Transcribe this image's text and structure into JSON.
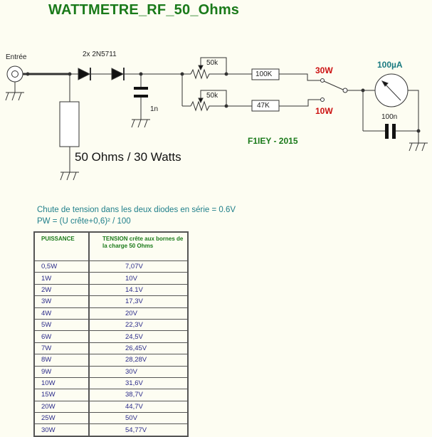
{
  "title": "WATTMETRE_RF_50_Ohms",
  "schematic": {
    "input_label": "Entrée",
    "diodes_label": "2x 2N5711",
    "capacitor_1_label": "1n",
    "pot_1_label": "50k",
    "pot_2_label": "50k",
    "resistor_1_label": "100K",
    "resistor_2_label": "47K",
    "range_high_label": "30W",
    "range_low_label": "10W",
    "meter_label": "100µA",
    "capacitor_2_label": "100n",
    "load_label": "50 Ohms / 30 Watts",
    "author": "F1IEY  -  2015"
  },
  "notes": {
    "line1": "Chute de tension dans les deux diodes en série = 0.6V",
    "line2": "PW = (U crête+0,6)² / 100"
  },
  "table": {
    "headers": [
      "PUISSANCE",
      "TENSION crête aux bornes de la charge 50 Ohms"
    ],
    "rows": [
      [
        "0,5W",
        "7,07V"
      ],
      [
        "1W",
        "10V"
      ],
      [
        "2W",
        "14.1V"
      ],
      [
        "3W",
        "17,3V"
      ],
      [
        "4W",
        "20V"
      ],
      [
        "5W",
        "22,3V"
      ],
      [
        "6W",
        "24,5V"
      ],
      [
        "7W",
        "26,45V"
      ],
      [
        "8W",
        "28,28V"
      ],
      [
        "9W",
        "30V"
      ],
      [
        "10W",
        "31,6V"
      ],
      [
        "15W",
        "38,7V"
      ],
      [
        "20W",
        "44,7V"
      ],
      [
        "25W",
        "50V"
      ],
      [
        "30W",
        "54,77V"
      ]
    ]
  },
  "colors": {
    "title": "#1a7a1a",
    "range_labels": "#cc1111",
    "meter_label": "#1a7a80",
    "table_values": "#2a2a8a"
  }
}
